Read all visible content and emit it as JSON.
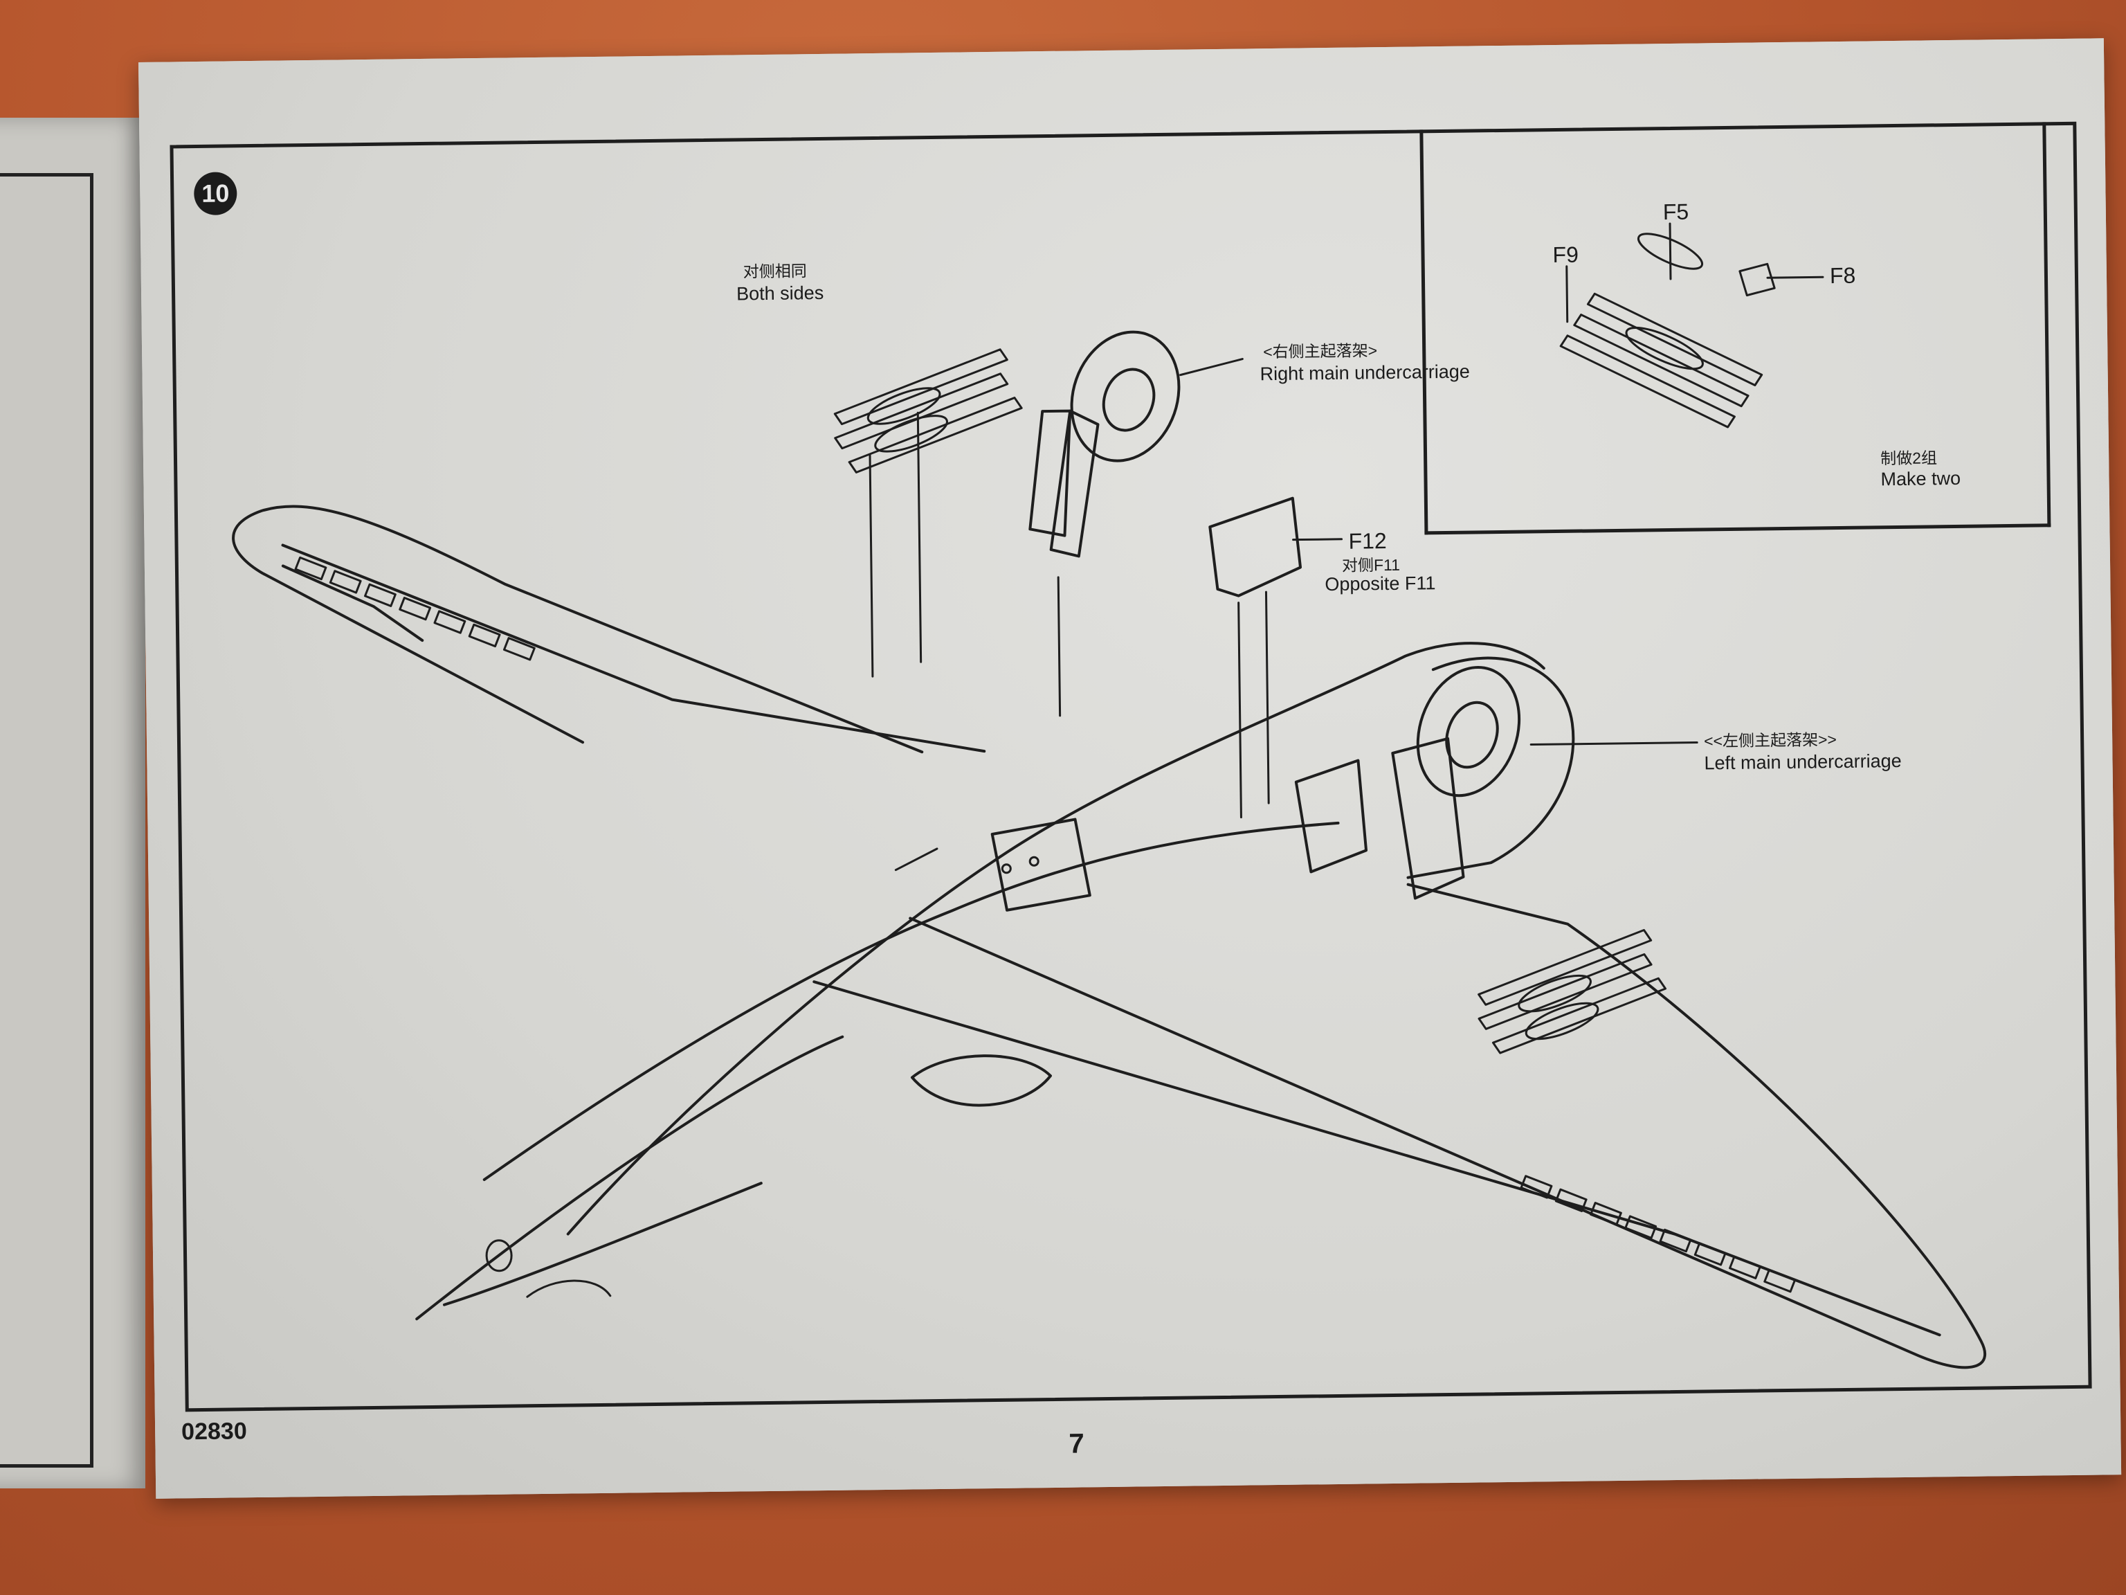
{
  "page": {
    "step_number": "10",
    "kit_code": "02830",
    "page_number": "7"
  },
  "callouts": {
    "both_sides_cn": "对侧相同",
    "both_sides_en": "Both sides",
    "right_uc_cn": "<右侧主起落架>",
    "right_uc_en": "Right main undercarriage",
    "f12": "F12",
    "opposite_cn": "对侧F11",
    "opposite_en": "Opposite F11",
    "left_uc_cn": "<<左侧主起落架>>",
    "left_uc_en": "Left main undercarriage"
  },
  "inset": {
    "f5": "F5",
    "f9": "F9",
    "f8": "F8",
    "make_two_cn": "制做2组",
    "make_two_en": "Make  two"
  },
  "colors": {
    "background": "#b5552e",
    "paper": "#d9d9d6",
    "ink": "#1e1e1e"
  }
}
